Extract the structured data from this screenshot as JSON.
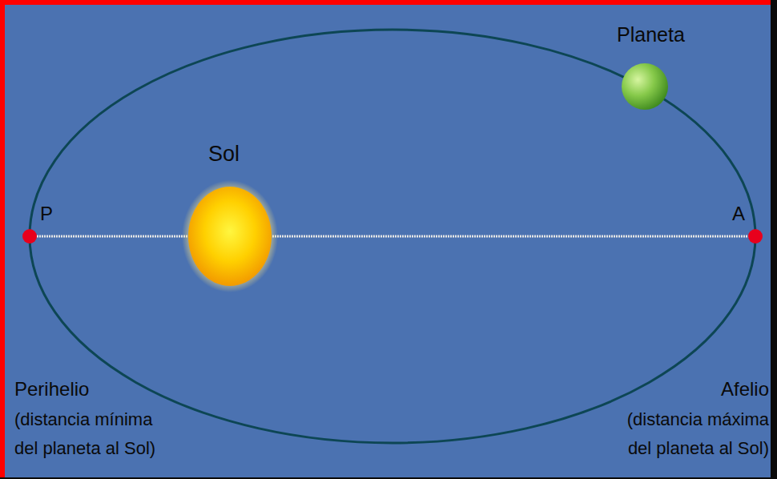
{
  "diagram": {
    "labels": [
      "Planeta",
      "Sol",
      "P",
      "A",
      "Perihelio",
      "(distancia mínima del planeta al Sol)",
      "Afelio",
      "(distancia máxima del planeta al Sol)"
    ]
  }
}
